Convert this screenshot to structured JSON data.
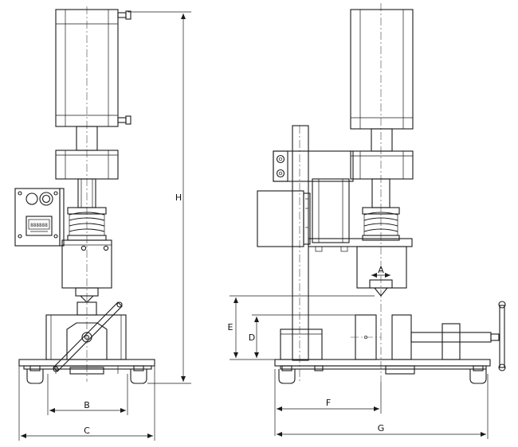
{
  "dimensions": {
    "A": "A",
    "B": "B",
    "C": "C",
    "D": "D",
    "E": "E",
    "F": "F",
    "G": "G",
    "H": "H"
  },
  "display_text": "888888"
}
